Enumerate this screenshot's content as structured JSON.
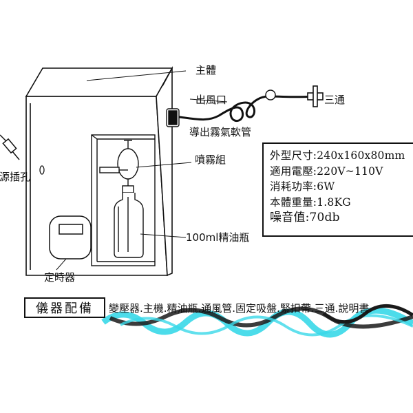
{
  "labels": {
    "main_body": "主體",
    "air_outlet": "出風口",
    "three_way": "三通",
    "mist_hose": "導出霧氣軟管",
    "power_jack": "電源插孔",
    "spray_unit": "噴霧組",
    "oil_bottle": "100ml精油瓶",
    "timer": "定時器"
  },
  "specs": [
    "外型尺寸:240x160x80mm",
    "適用電壓:220V~110V",
    "消耗功率:6W",
    "本體重量:1.8KG",
    "噪音值:70db"
  ],
  "accessories": {
    "title": "儀器配備",
    "items": "變壓器.主機.精油瓶.通風管.固定吸盤.緊扣帶.三通.說明書"
  },
  "colors": {
    "line": "#111111",
    "cyan_accent": "#39d8e8",
    "dark_wave": "#1a1a1a"
  },
  "icons": [
    "three-way-connector-icon",
    "power-plug-icon",
    "air-outlet-icon"
  ]
}
